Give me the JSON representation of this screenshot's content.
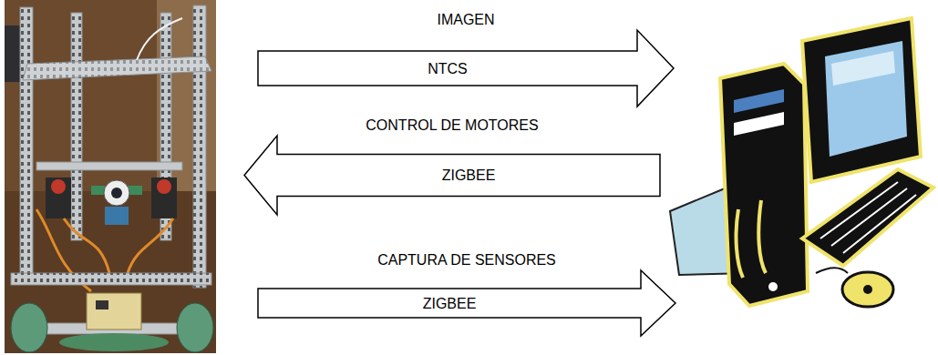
{
  "diagram": {
    "nodes": [
      {
        "text": [
          "IMAGEN",
          "NTCS"
        ]
      },
      {
        "text": [
          "CONTROL DE MOTORES",
          "ZIGBEE"
        ]
      },
      {
        "text": [
          "CAPTURA DE SENSORES",
          "ZIGBEE"
        ]
      }
    ]
  }
}
